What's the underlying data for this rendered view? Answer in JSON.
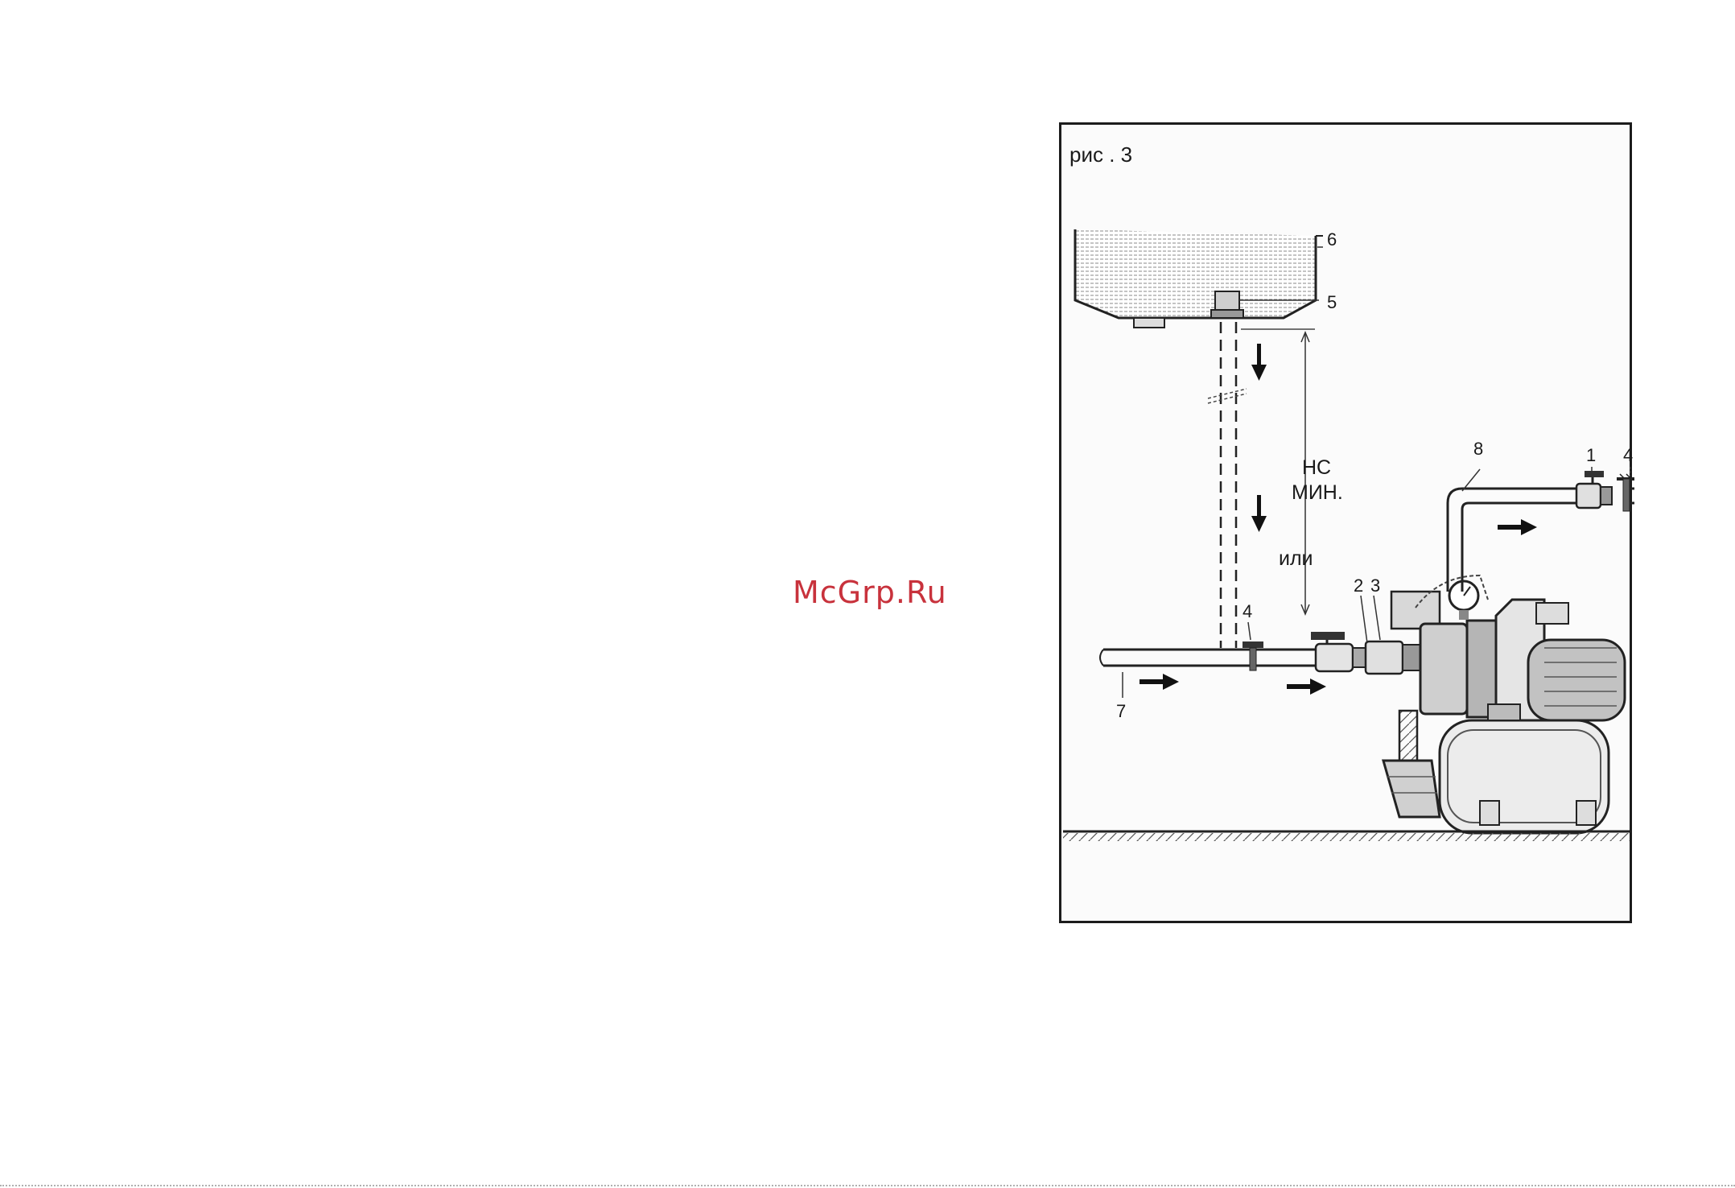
{
  "watermark": "McGrp.Ru",
  "figure": {
    "caption": "рис . 3",
    "height_label_line1": "HC",
    "height_label_line2": "МИН.",
    "or_label": "или",
    "callouts": {
      "c1": "1",
      "c2": "2",
      "c3": "3",
      "c4_top": "4",
      "c4_left": "4",
      "c5": "5",
      "c6": "6",
      "c7": "7",
      "c8": "8"
    }
  }
}
